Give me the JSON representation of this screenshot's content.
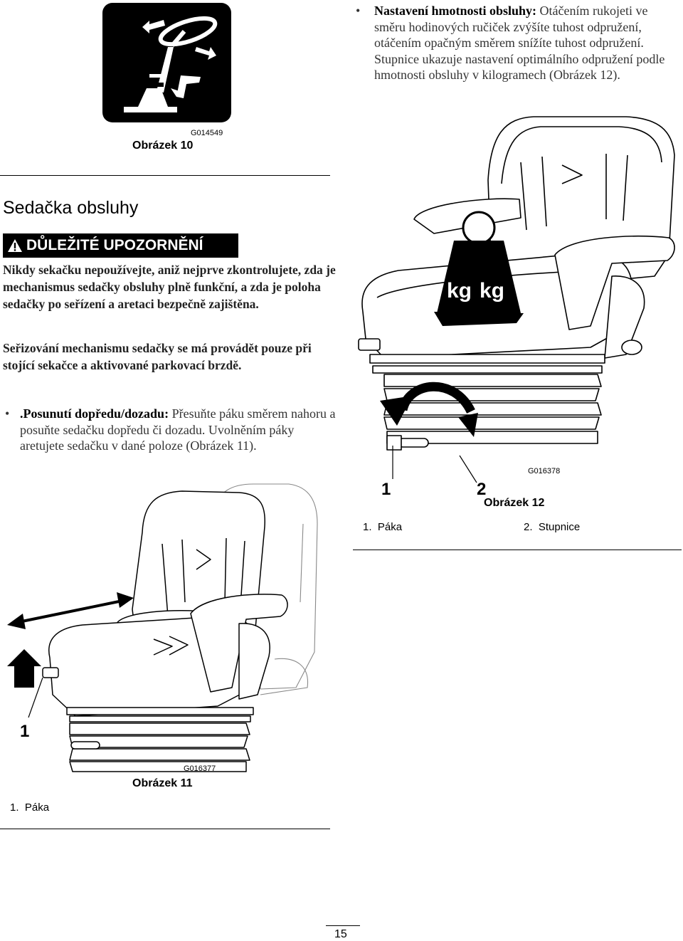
{
  "figure10": {
    "code": "G014549",
    "caption": "Obrázek 10"
  },
  "weight_bullet": {
    "marker": "•",
    "term": "Nastavení hmotnosti obsluhy:",
    "text": "Otáčením rukojeti ve směru hodinových ručiček zvýšíte tuhost odpružení, otáčením opačným směrem snížíte tuhost odpružení. Stupnice ukazuje nastavení optimálního odpružení podle hmotnosti obsluhy v kilogramech (Obrázek 12)."
  },
  "section": {
    "title": "Sedačka obsluhy"
  },
  "warning": {
    "label": "DŮLEŽITÉ UPOZORNĚNÍ",
    "text": "Nikdy sekačku nepoužívejte, aniž nejprve zkontrolujete, zda je mechanismus sedačky obsluhy plně funkční, a zda je poloha sedačky po seřízení a aretaci bezpečně zajištěna."
  },
  "adjust_text": "Seřizování mechanismu sedačky se má provádět pouze při stojící sekačce a aktivované parkovací brzdě.",
  "slide_bullet": {
    "marker": "•",
    "term": ".Posunutí dopředu/dozadu:",
    "text": "Přesuňte páku směrem nahoru a posuňte sedačku dopředu či dozadu. Uvolněním páky aretujete sedačku v dané poloze (Obrázek 11)."
  },
  "figure11": {
    "code": "G016377",
    "caption": "Obrázek 11",
    "callout_1": "1",
    "legend": [
      {
        "num": "1.",
        "label": "Páka"
      }
    ]
  },
  "figure12": {
    "code": "G016378",
    "caption": "Obrázek 12",
    "callout_1": "1",
    "callout_2": "2",
    "weight_label": "kg",
    "legend": [
      {
        "num": "1.",
        "label": "Páka"
      },
      {
        "num": "2.",
        "label": "Stupnice"
      }
    ]
  },
  "page": {
    "number": "15"
  }
}
